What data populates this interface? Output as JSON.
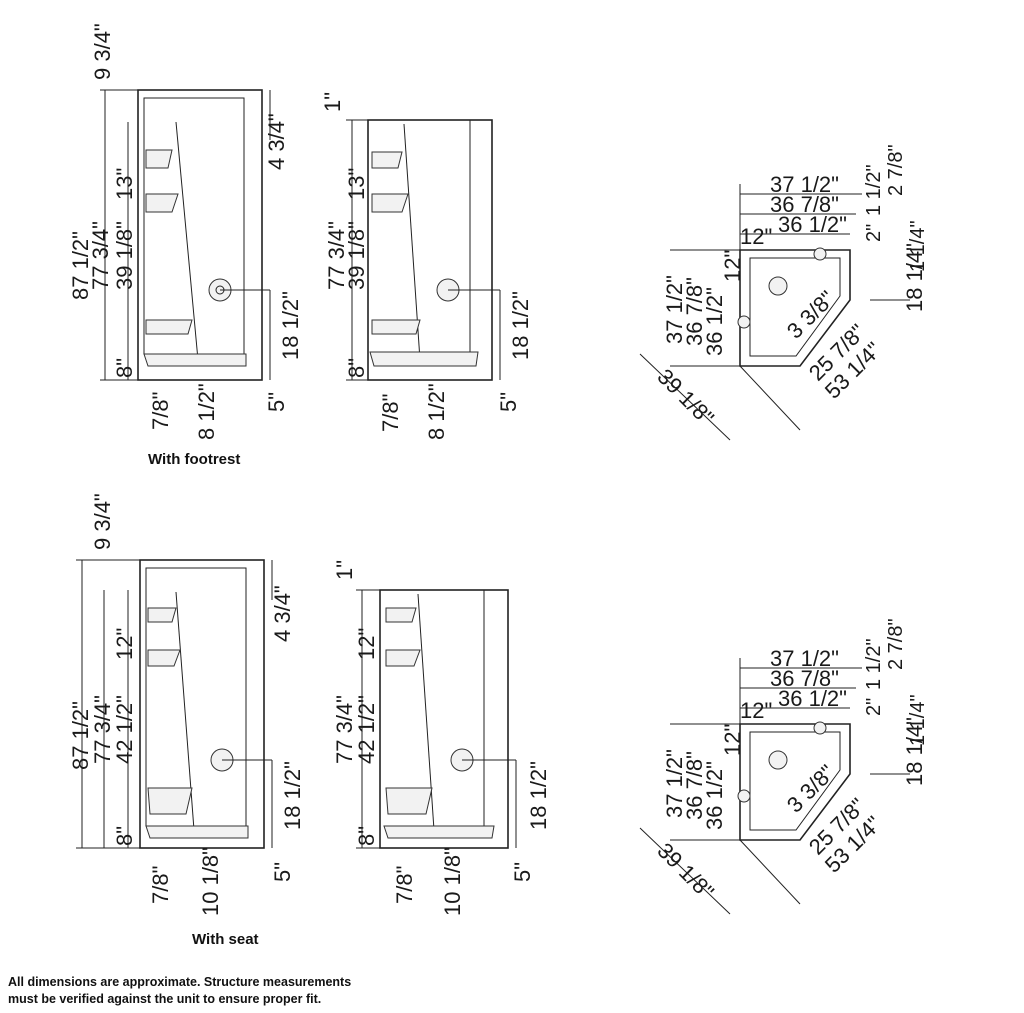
{
  "footrest_group": {
    "caption": "With footrest",
    "front": {
      "top_gap": "9 3/4\"",
      "total_height": "87 1/2\"",
      "panel_height": "77 3/4\"",
      "shelf_height": "39 1/8\"",
      "upper_shelf": "13\"",
      "side_top": "4 3/4\"",
      "valve_height": "18 1/2\"",
      "base_height": "8\"",
      "base_lip": "7/8\"",
      "footrest_depth": "8 1/2\"",
      "threshold": "5\""
    },
    "side": {
      "top_gap": "1\"",
      "panel_height": "77 3/4\"",
      "shelf_height": "39 1/8\"",
      "upper_shelf": "13\"",
      "valve_height": "18 1/2\"",
      "base_height": "8\"",
      "base_lip": "7/8\"",
      "footrest_depth": "8 1/2\"",
      "threshold": "5\""
    },
    "plan": {
      "w1": "37 1/2\"",
      "w2": "36 7/8\"",
      "w3": "36 1/2\"",
      "offset1": "12\"",
      "offset2": "12\"",
      "s1": "1 1/2\"",
      "s2": "2 7/8\"",
      "s3": "1 1/4\"",
      "s4": "2\"",
      "right": "18 1/4\"",
      "d1": "37 1/2\"",
      "d2": "36 7/8\"",
      "d3": "36 1/2\"",
      "drain": "3 3/8\"",
      "front_a": "25 7/8\"",
      "front_b": "53 1/4\"",
      "diag": "39 1/8\""
    }
  },
  "seat_group": {
    "caption": "With seat",
    "front": {
      "top_gap": "9 3/4\"",
      "total_height": "87 1/2\"",
      "panel_height": "77 3/4\"",
      "shelf_height": "42 1/2\"",
      "upper_shelf": "12\"",
      "side_top": "4 3/4\"",
      "valve_height": "18 1/2\"",
      "base_height": "8\"",
      "base_lip": "7/8\"",
      "seat_depth": "10 1/8\"",
      "threshold": "5\""
    },
    "side": {
      "top_gap": "1\"",
      "panel_height": "77 3/4\"",
      "shelf_height": "42 1/2\"",
      "upper_shelf": "12\"",
      "valve_height": "18 1/2\"",
      "base_height": "8\"",
      "base_lip": "7/8\"",
      "seat_depth": "10 1/8\"",
      "threshold": "5\""
    },
    "plan": {
      "w1": "37 1/2\"",
      "w2": "36 7/8\"",
      "w3": "36 1/2\"",
      "offset1": "12\"",
      "offset2": "12\"",
      "s1": "1 1/2\"",
      "s2": "2 7/8\"",
      "s3": "1 1/4\"",
      "s4": "2\"",
      "right": "18 1/4\"",
      "d1": "37 1/2\"",
      "d2": "36 7/8\"",
      "d3": "36 1/2\"",
      "drain": "3 3/8\"",
      "front_a": "25 7/8\"",
      "front_b": "53 1/4\"",
      "diag": "39 1/8\""
    }
  },
  "disclaimer": {
    "line1": "All dimensions are approximate. Structure measurements",
    "line2": "must be verified against the unit to ensure proper fit."
  }
}
